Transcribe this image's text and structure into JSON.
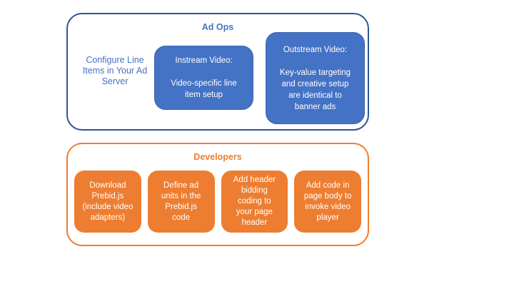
{
  "colors": {
    "blue_box_fill": "#4472C4",
    "blue_panel_border": "#2F5597",
    "blue_text": "#4472C4",
    "orange_accent": "#ED7D31",
    "box_text": "#FFFFFF",
    "background": "#FFFFFF"
  },
  "ad_ops": {
    "title": "Ad Ops",
    "side_note_lines": [
      "Configure Line",
      "Items in Your Ad",
      "Server"
    ],
    "boxes": [
      {
        "lines": [
          "Instream Video:",
          "",
          "Video-specific line",
          "item setup"
        ]
      },
      {
        "lines": [
          "Outstream Video:",
          "",
          "Key-value targeting",
          "and creative setup",
          "are identical to",
          "banner ads"
        ]
      }
    ]
  },
  "developers": {
    "title": "Developers",
    "boxes": [
      {
        "lines": [
          "Download",
          "Prebid.js",
          "(include video",
          "adapters)"
        ]
      },
      {
        "lines": [
          "Define ad",
          "units in the",
          "Prebid.js",
          "code"
        ]
      },
      {
        "lines": [
          "Add header",
          "bidding",
          "coding to",
          "your page",
          "header"
        ]
      },
      {
        "lines": [
          "Add code in",
          "page body to",
          "invoke video",
          "player"
        ]
      }
    ]
  }
}
